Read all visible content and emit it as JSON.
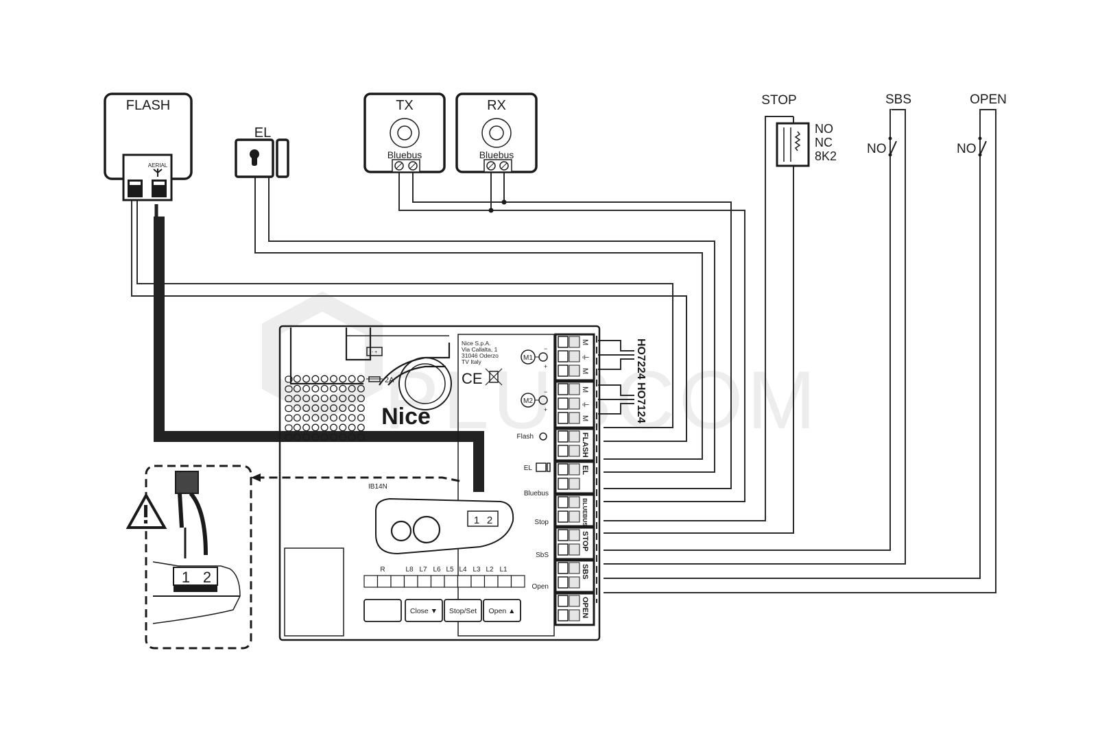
{
  "devices": {
    "flash": {
      "title": "FLASH",
      "aerial_label": "AERIAL"
    },
    "el": {
      "title": "EL"
    },
    "tx": {
      "title": "TX",
      "terminal_label": "Bluebus"
    },
    "rx": {
      "title": "RX",
      "terminal_label": "Bluebus"
    },
    "stop": {
      "title": "STOP",
      "options": [
        "NO",
        "NC",
        "8K2"
      ]
    },
    "sbs": {
      "title": "SBS",
      "contact": "NO"
    },
    "open": {
      "title": "OPEN",
      "contact": "NO"
    }
  },
  "board": {
    "brand": "Nice",
    "fuse_label": "2A",
    "address_lines": [
      "Nice S.p.A.",
      "Via Callalta, 1",
      "31046 Oderzo",
      "TV Italy"
    ],
    "ce_mark": "CE",
    "receiver_slot_label": "IB14N",
    "motor_labels": [
      "M1",
      "M2"
    ],
    "motor_models": [
      "HO7224",
      "HO7124"
    ],
    "led_labels": [
      "R",
      "L8",
      "L7",
      "L6",
      "L5",
      "L4",
      "L3",
      "L2",
      "L1"
    ],
    "buttons": [
      "",
      "Close ▼",
      "Stop/Set",
      "Open ▲"
    ],
    "side_labels": [
      "Flash",
      "EL",
      "Bluebus",
      "Stop",
      "SbS",
      "Open"
    ],
    "terminal_blocks": [
      {
        "name": "M1",
        "pins": [
          "M",
          "⏚",
          "M"
        ]
      },
      {
        "name": "M2",
        "pins": [
          "M",
          "⏚",
          "M"
        ]
      },
      {
        "name": "FLASH",
        "pins": [
          "",
          ""
        ]
      },
      {
        "name": "EL",
        "pins": [
          "",
          ""
        ]
      },
      {
        "name": "BLUEBUS",
        "pins": [
          "",
          ""
        ]
      },
      {
        "name": "STOP",
        "pins": [
          "",
          ""
        ]
      },
      {
        "name": "SBS",
        "pins": [
          "",
          ""
        ]
      },
      {
        "name": "OPEN",
        "pins": [
          "",
          ""
        ]
      }
    ]
  },
  "detail": {
    "terminal_numbers": [
      "1",
      "2"
    ],
    "warning_icon": "warning-triangle-icon"
  },
  "watermark": "PLUSCOM"
}
